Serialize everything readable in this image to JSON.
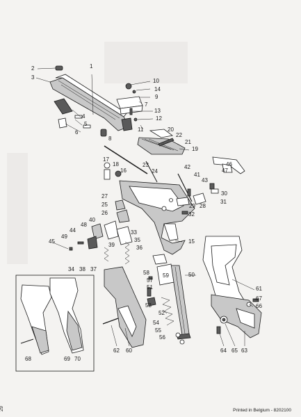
{
  "footer": {
    "printed": "Printed in Belgium - 8202100",
    "page": "29"
  },
  "callouts": [
    {
      "id": "c1",
      "text": "1"
    },
    {
      "id": "c2",
      "text": "2"
    },
    {
      "id": "c3",
      "text": "3"
    },
    {
      "id": "c4",
      "text": "4"
    },
    {
      "id": "c5",
      "text": "5"
    },
    {
      "id": "c6",
      "text": "6"
    },
    {
      "id": "c7",
      "text": "7"
    },
    {
      "id": "c8",
      "text": "8"
    },
    {
      "id": "c9",
      "text": "9"
    },
    {
      "id": "c10",
      "text": "10"
    },
    {
      "id": "c11",
      "text": "11"
    },
    {
      "id": "c12",
      "text": "12"
    },
    {
      "id": "c13",
      "text": "13"
    },
    {
      "id": "c14",
      "text": "14"
    },
    {
      "id": "c15",
      "text": "15"
    },
    {
      "id": "c16",
      "text": "16"
    },
    {
      "id": "c17",
      "text": "17"
    },
    {
      "id": "c18",
      "text": "18"
    },
    {
      "id": "c19",
      "text": "19"
    },
    {
      "id": "c20",
      "text": "20"
    },
    {
      "id": "c21",
      "text": "21"
    },
    {
      "id": "c22",
      "text": "22"
    },
    {
      "id": "c23",
      "text": "23"
    },
    {
      "id": "c24",
      "text": "24"
    },
    {
      "id": "c25",
      "text": "25"
    },
    {
      "id": "c26",
      "text": "26"
    },
    {
      "id": "c27",
      "text": "27"
    },
    {
      "id": "c28",
      "text": "28"
    },
    {
      "id": "c29",
      "text": "29"
    },
    {
      "id": "c30",
      "text": "30"
    },
    {
      "id": "c31",
      "text": "31"
    },
    {
      "id": "c32",
      "text": "32"
    },
    {
      "id": "c33",
      "text": "33"
    },
    {
      "id": "c35",
      "text": "35"
    },
    {
      "id": "c36",
      "text": "36"
    },
    {
      "id": "c37",
      "text": "37"
    },
    {
      "id": "c38",
      "text": "38"
    },
    {
      "id": "c39",
      "text": "39"
    },
    {
      "id": "c40",
      "text": "40"
    },
    {
      "id": "c41",
      "text": "41"
    },
    {
      "id": "c42",
      "text": "42"
    },
    {
      "id": "c43",
      "text": "43"
    },
    {
      "id": "c44",
      "text": "44"
    },
    {
      "id": "c45",
      "text": "45"
    },
    {
      "id": "c46",
      "text": "46"
    },
    {
      "id": "c47",
      "text": "47"
    },
    {
      "id": "c48",
      "text": "48"
    },
    {
      "id": "c49",
      "text": "49"
    },
    {
      "id": "c50",
      "text": "50"
    },
    {
      "id": "c51",
      "text": "51"
    },
    {
      "id": "c52",
      "text": "52"
    },
    {
      "id": "c53",
      "text": "53"
    },
    {
      "id": "c54",
      "text": "54"
    },
    {
      "id": "c55",
      "text": "55"
    },
    {
      "id": "c56",
      "text": "56"
    },
    {
      "id": "c57",
      "text": "57"
    },
    {
      "id": "c58",
      "text": "58"
    },
    {
      "id": "c59",
      "text": "59"
    },
    {
      "id": "c60",
      "text": "60"
    },
    {
      "id": "c61",
      "text": "61"
    },
    {
      "id": "c62",
      "text": "62"
    },
    {
      "id": "c63",
      "text": "63"
    },
    {
      "id": "c64",
      "text": "64"
    },
    {
      "id": "c65",
      "text": "65"
    },
    {
      "id": "c66",
      "text": "66"
    },
    {
      "id": "c67",
      "text": "67"
    },
    {
      "id": "c68",
      "text": "68"
    },
    {
      "id": "c69",
      "text": "69"
    },
    {
      "id": "c70",
      "text": "70"
    },
    {
      "id": "c34",
      "text": "34"
    }
  ]
}
